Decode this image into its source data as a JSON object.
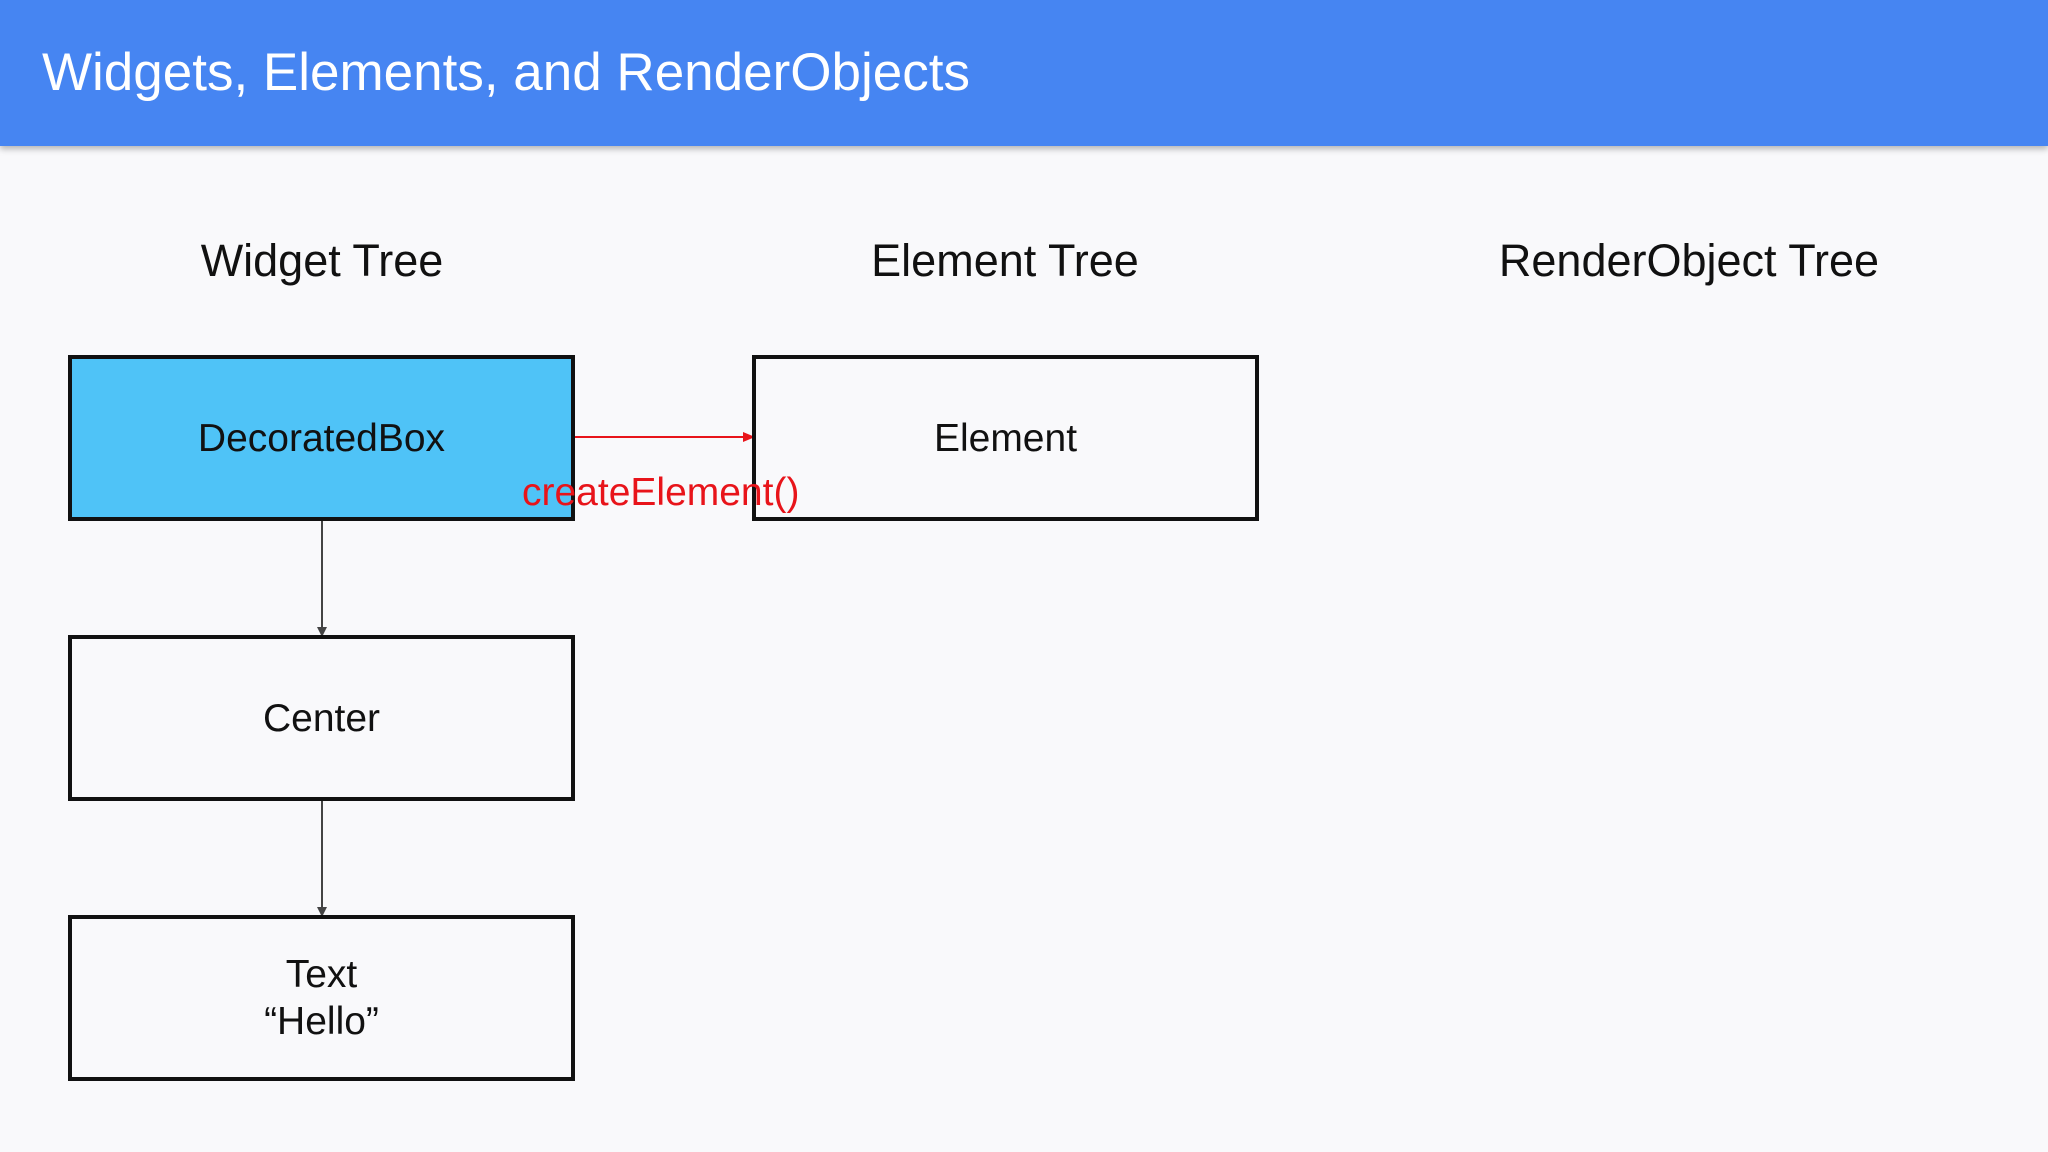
{
  "header": {
    "title": "Widgets, Elements, and RenderObjects"
  },
  "columns": {
    "widget_tree": "Widget Tree",
    "element_tree": "Element Tree",
    "render_tree": "RenderObject Tree"
  },
  "widget_nodes": {
    "decorated_box": "DecoratedBox",
    "center": "Center",
    "text": "Text\n“Hello”"
  },
  "element_nodes": {
    "element": "Element"
  },
  "edges": {
    "create_element_label": "createElement()"
  },
  "colors": {
    "header_background": "#4685f2",
    "highlight_fill": "#4fc3f7",
    "call_arrow": "#e8141a",
    "tree_arrow": "#444444"
  }
}
